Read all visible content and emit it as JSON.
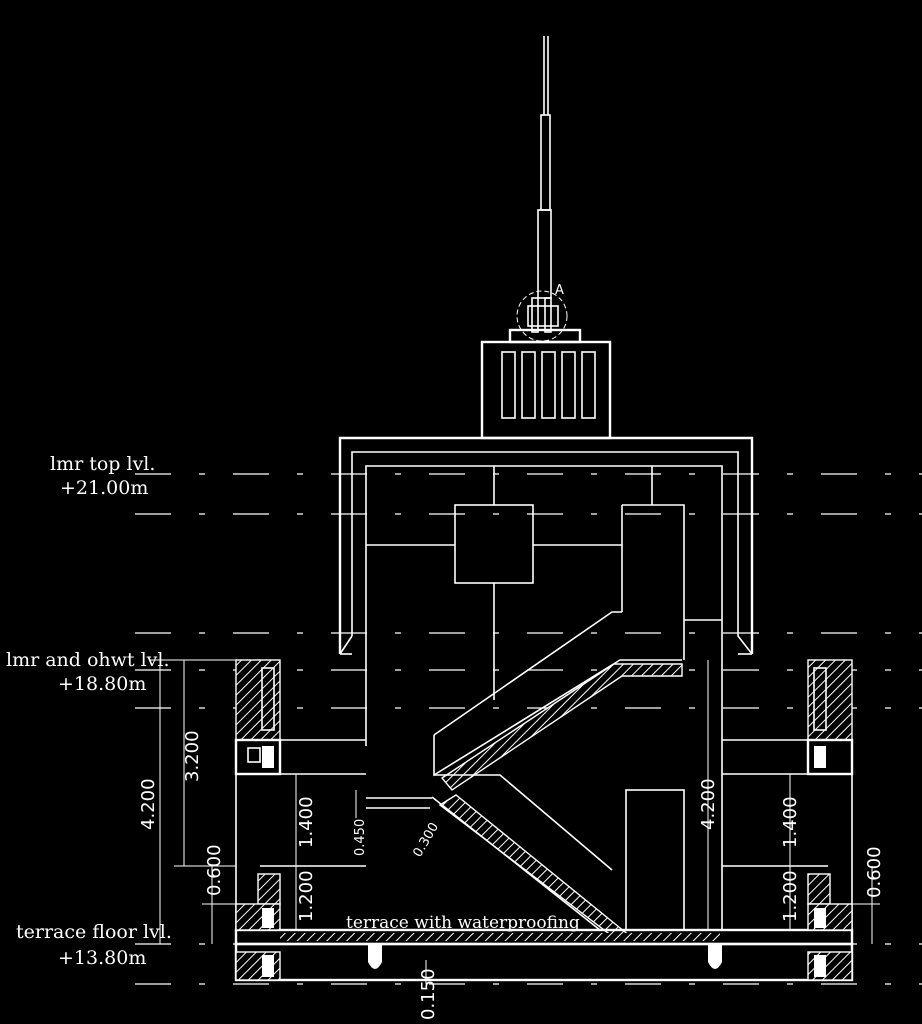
{
  "levels": {
    "lmr_top": {
      "name": "lmr top lvl.",
      "value": "+21.00m"
    },
    "lmr_ohwt": {
      "name": "lmr and ohwt lvl.",
      "value": "+18.80m"
    },
    "terrace_floor": {
      "name": "terrace floor lvl.",
      "value": "+13.80m"
    }
  },
  "dimensions": {
    "total_height": "4.200",
    "upper_height": "3.200",
    "sill_left": "0.600",
    "sill_right": "0.600",
    "window_left": "1.400",
    "window_right": "1.400",
    "parapet_left": "1.200",
    "parapet_right": "1.200",
    "core_height": "4.200",
    "landing": "0.450",
    "riser": "0.300",
    "slab": "0.150"
  },
  "notes": {
    "terrace": "terrace with waterproofing",
    "detail_marker": "A"
  }
}
